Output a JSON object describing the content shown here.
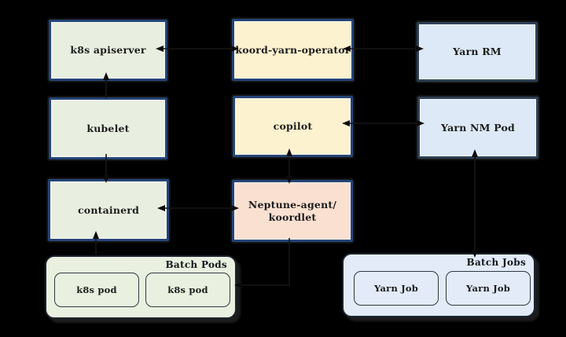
{
  "boxes": {
    "apiserver": "k8s apiserver",
    "kubelet": "kubelet",
    "containerd": "containerd",
    "operator": "koord-yarn-operator",
    "copilot": "copilot",
    "neptune_line1": "Neptune-agent/",
    "neptune_line2": "koordlet",
    "yarn_rm": "Yarn RM",
    "yarn_nm": "Yarn NM Pod"
  },
  "groups": {
    "batch_pods": {
      "title": "Batch Pods",
      "items": [
        "k8s pod",
        "k8s pod"
      ]
    },
    "batch_jobs": {
      "title": "Batch Jobs",
      "items": [
        "Yarn Job",
        "Yarn Job"
      ]
    }
  },
  "colors": {
    "background": "#000000",
    "k8s_fill": "#e9efe0",
    "koord_fill": "#fdf2cf",
    "neptune_fill": "#fae0d0",
    "yarn_fill": "#dde9f6",
    "box_border_navy": "#254579",
    "box_border_slate": "#2e4057",
    "group_pods_fill": "#e9f0df",
    "group_jobs_fill": "#e2ebf7",
    "group_border": "#1c2430",
    "arrow": "#0b0b0b",
    "text": "#1c1c1c"
  }
}
